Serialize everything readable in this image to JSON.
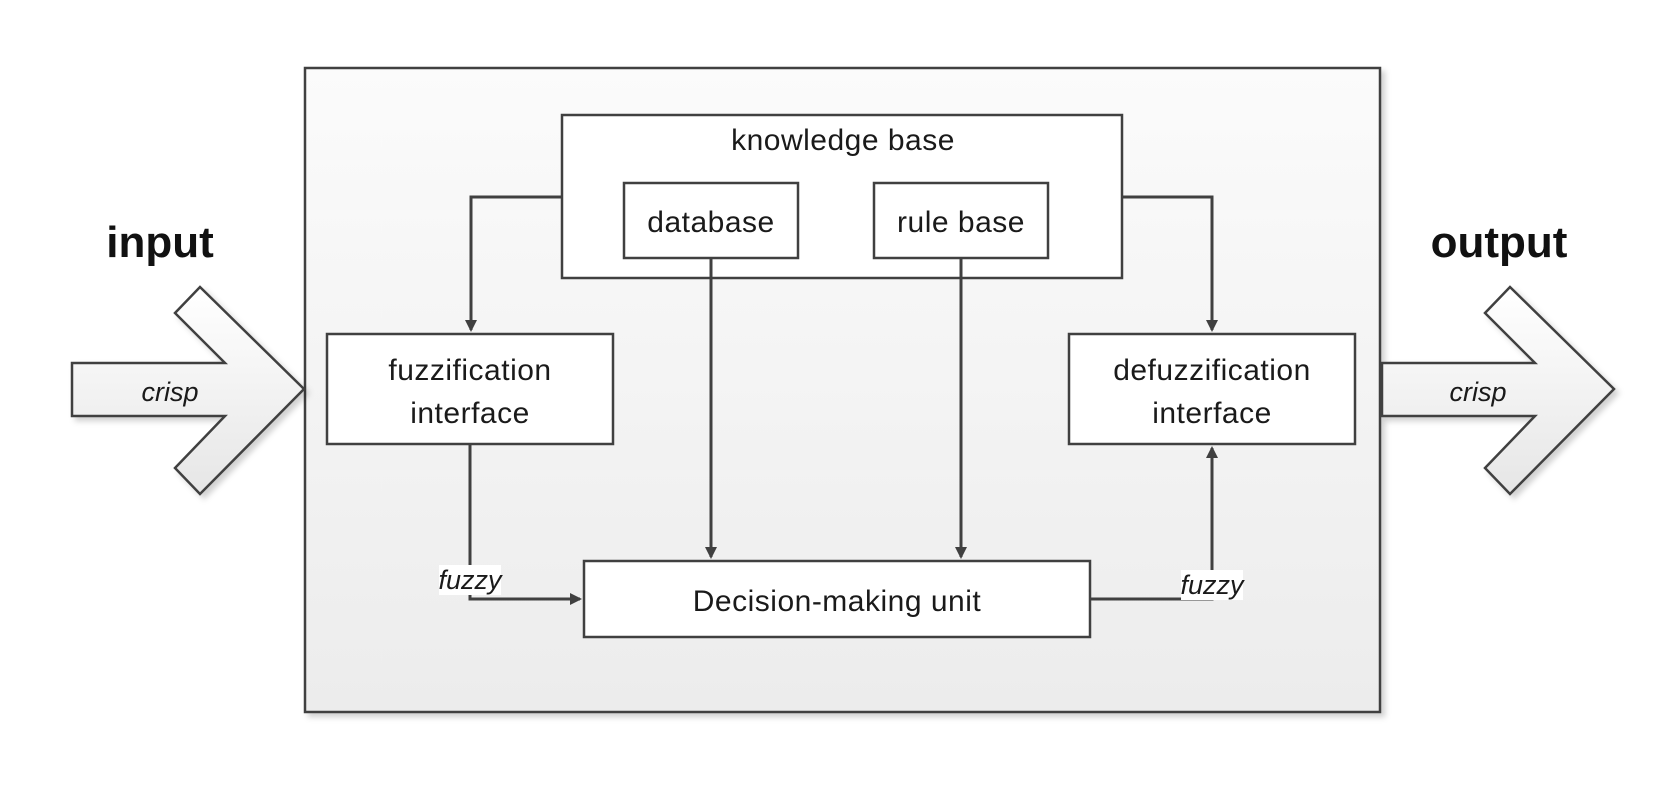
{
  "diagram": {
    "input_label": "input",
    "output_label": "output",
    "input_arrow_label": "crisp",
    "output_arrow_label": "crisp",
    "knowledge_base": {
      "title": "knowledge base",
      "database": "database",
      "rule_base": "rule base"
    },
    "fuzzification": {
      "line1": "fuzzification",
      "line2": "interface"
    },
    "defuzzification": {
      "line1": "defuzzification",
      "line2": "interface"
    },
    "decision_unit": "Decision-making unit",
    "fuzzy_left": "fuzzy",
    "fuzzy_right": "fuzzy"
  }
}
